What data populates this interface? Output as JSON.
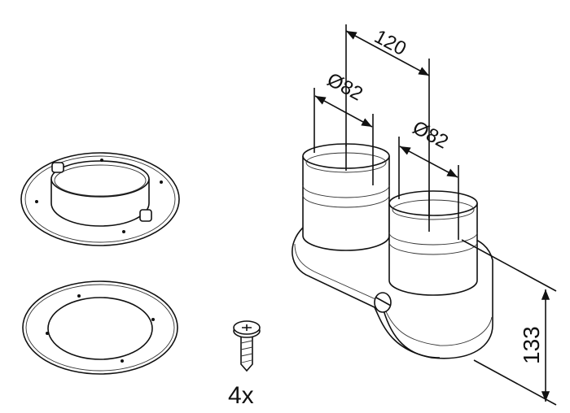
{
  "dimensions": {
    "spacing": "120",
    "diameter_left": "Ø82",
    "diameter_right": "Ø82",
    "height": "133"
  },
  "screw_quantity": "4x",
  "colors": {
    "line": "#111111",
    "background": "#ffffff"
  }
}
